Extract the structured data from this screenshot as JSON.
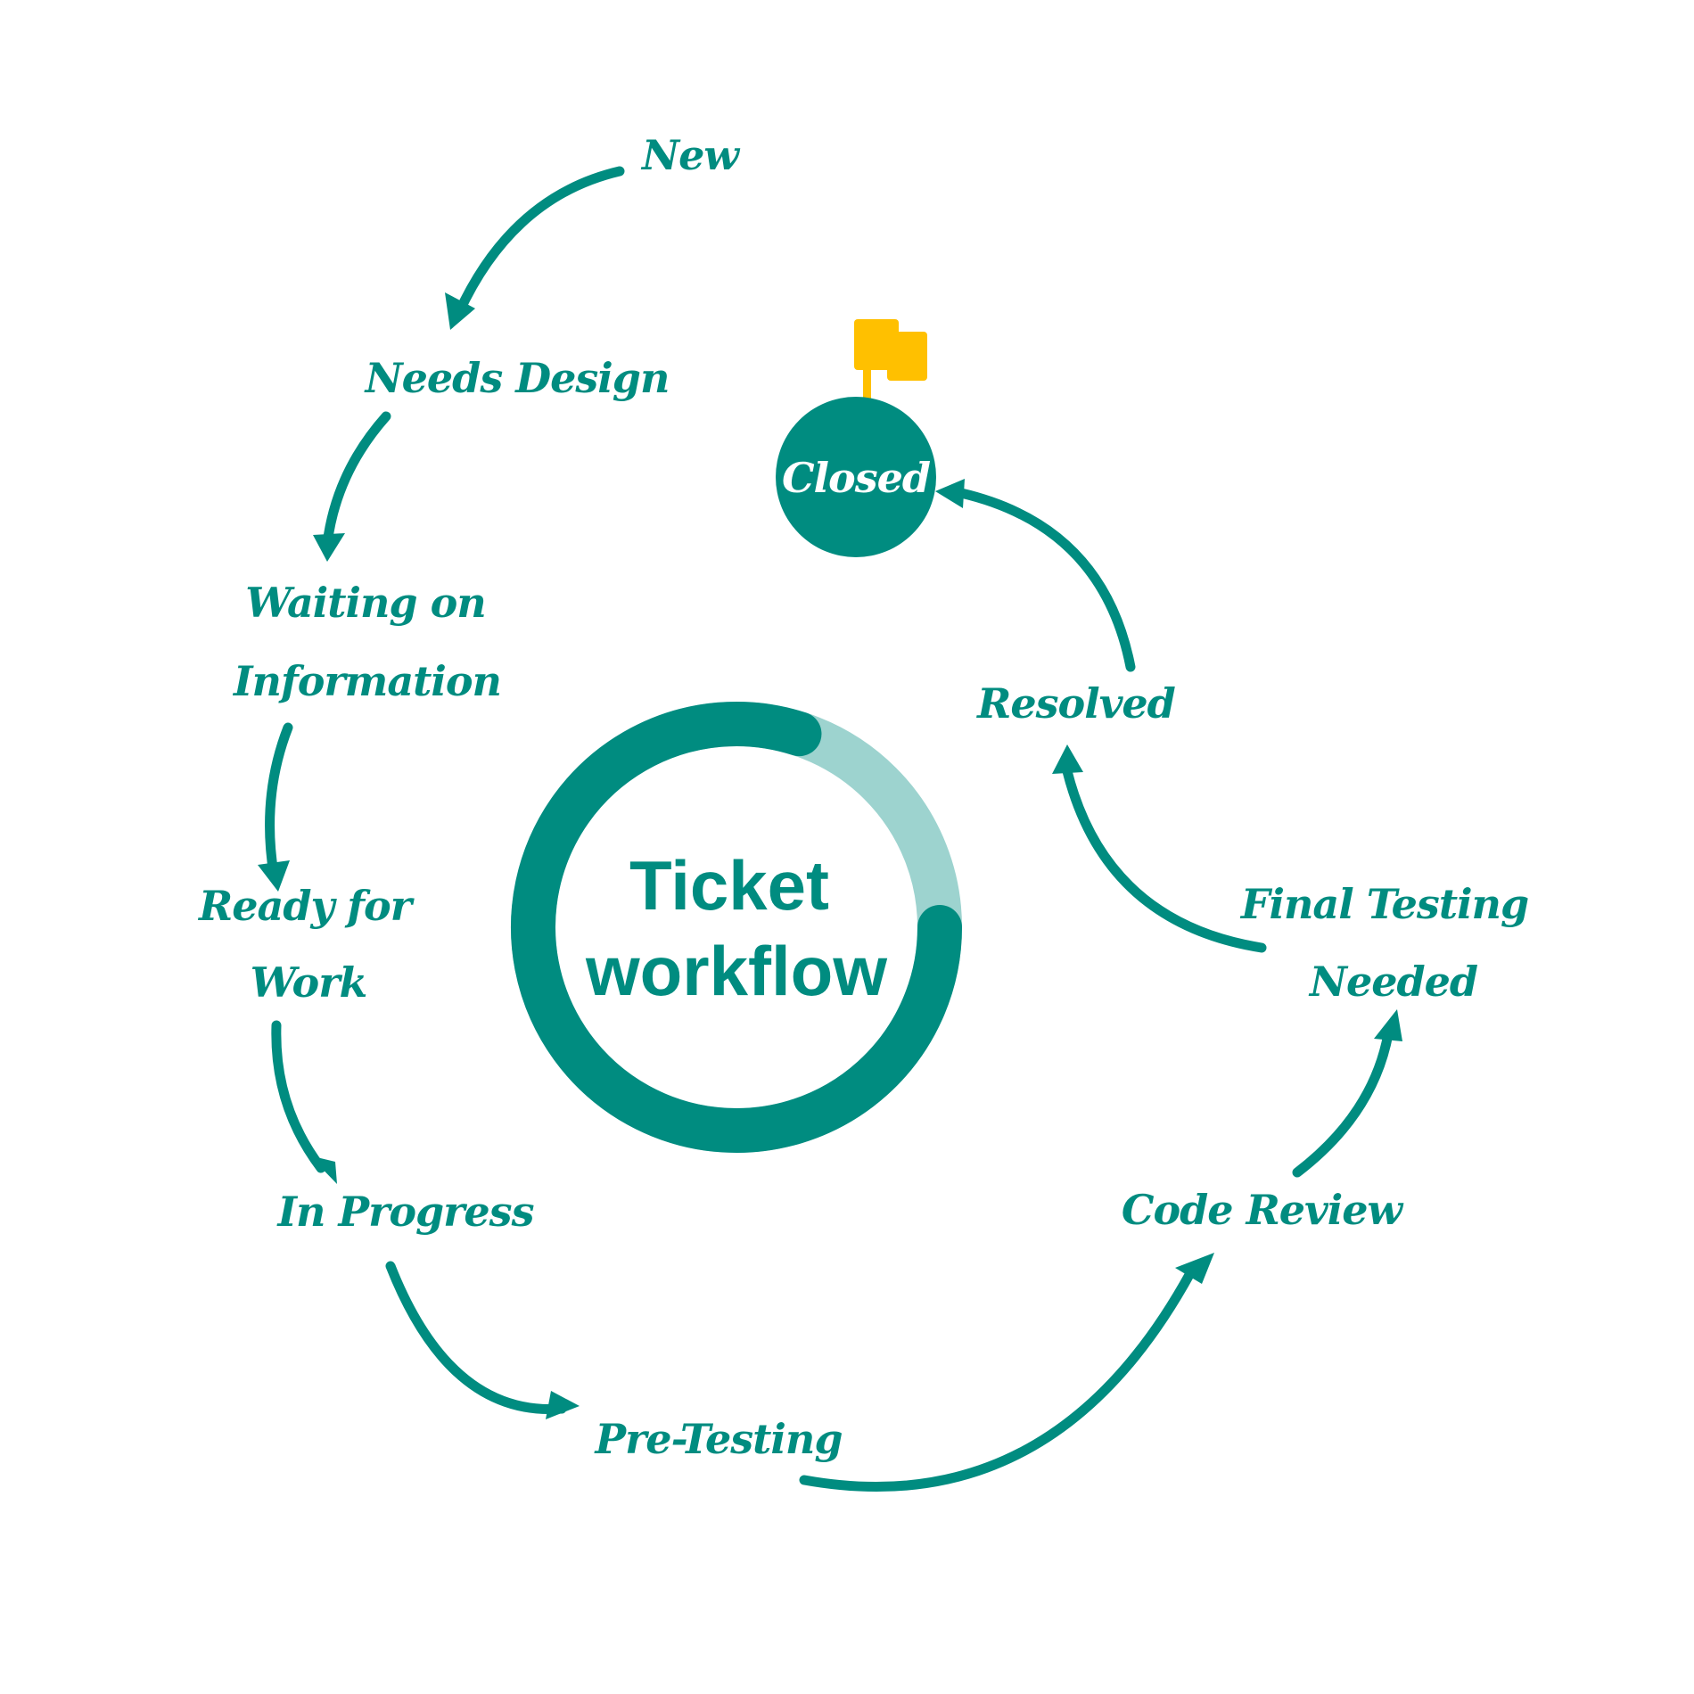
{
  "colors": {
    "primary": "#008C80",
    "ring_light": "#9DD3CF",
    "flag": "#FFC000",
    "closed_text": "#FFFFFF",
    "background": "#FFFFFF"
  },
  "center": {
    "title_line1": "Ticket",
    "title_line2": "workflow",
    "progress_fraction": 0.8
  },
  "steps": {
    "new": "New",
    "needs_design": "Needs Design",
    "waiting_line1": "Waiting on",
    "waiting_line2": "Information",
    "ready_line1": "Ready for",
    "ready_line2": "Work",
    "in_progress": "In Progress",
    "pre_testing": "Pre-Testing",
    "code_review": "Code Review",
    "final_line1": "Final Testing",
    "final_line2": "Needed",
    "resolved": "Resolved",
    "closed": "Closed"
  },
  "icons": {
    "flag": "flag-icon"
  }
}
